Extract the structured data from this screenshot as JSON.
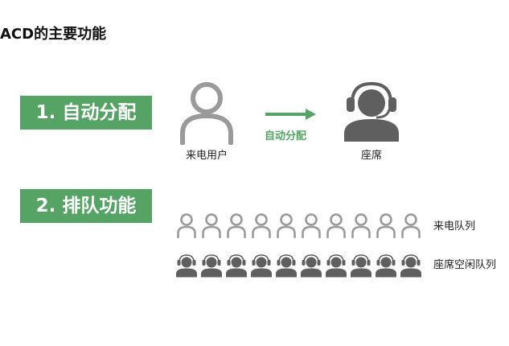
{
  "title": "ACD的主要功能",
  "features": [
    {
      "label": "1. 自动分配"
    },
    {
      "label": "2. 排队功能"
    }
  ],
  "flow": {
    "caller_label": "来电用户",
    "arrow_label": "自动分配",
    "agent_label": "座席"
  },
  "queues": {
    "caller_queue_label": "来电队列",
    "caller_queue_count": 10,
    "agent_queue_label": "座席空闲队列",
    "agent_queue_count": 10
  },
  "colors": {
    "accent_green": "#55a465",
    "icon_gray": "#9a9a9a",
    "agent_dark": "#5f5f5f"
  },
  "icons": {
    "caller": "user-outline-icon",
    "agent": "headset-agent-icon",
    "arrow": "arrow-right-icon"
  }
}
